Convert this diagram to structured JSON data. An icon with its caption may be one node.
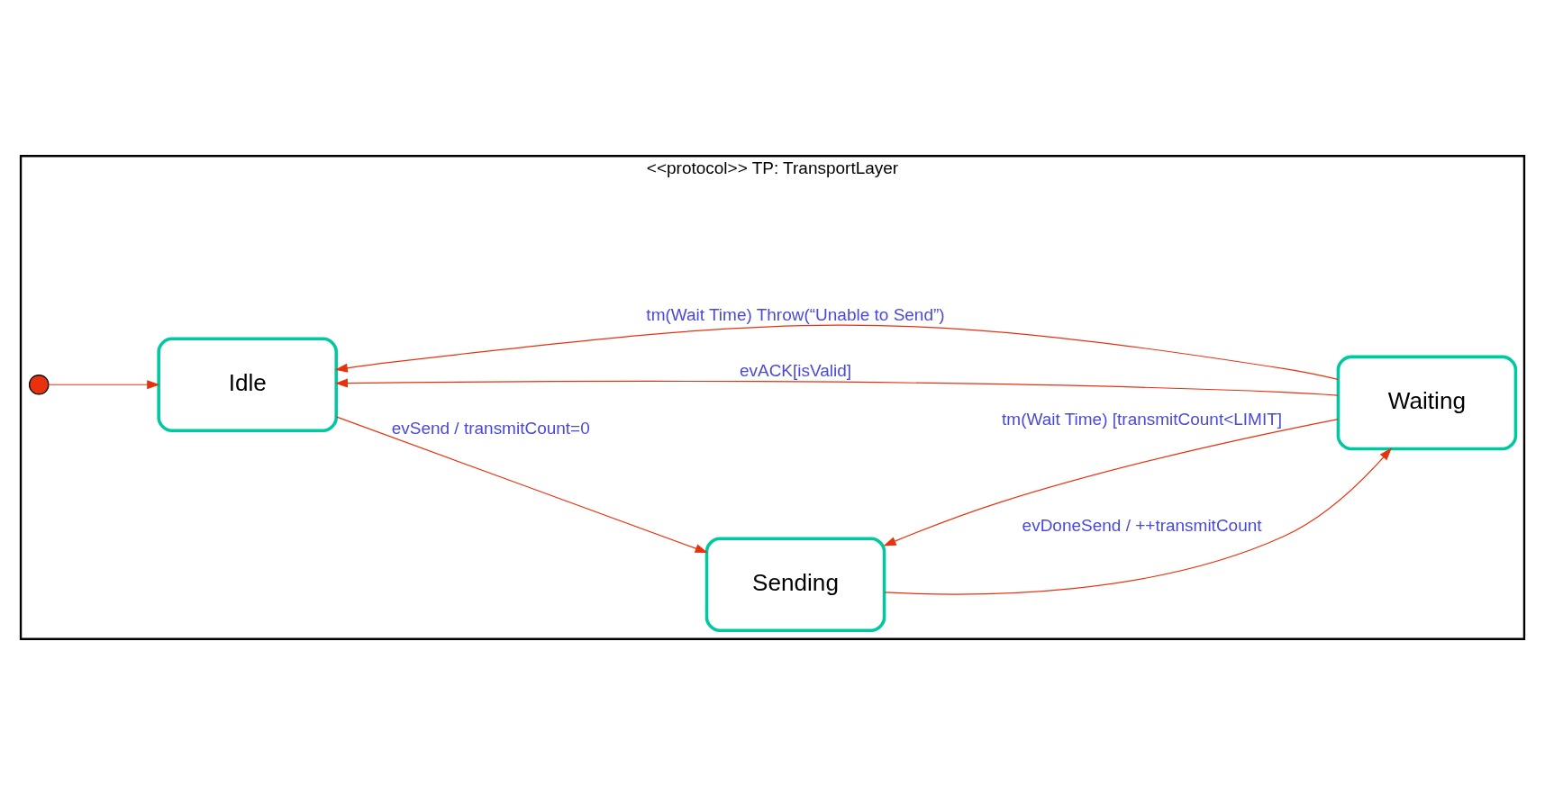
{
  "diagram": {
    "nodes": [
      {
        "text": [
          "<<protocol>> TP: TransportLayer"
        ]
      },
      {
        "text": [],
        "shape": "circle",
        "in": 0
      },
      {
        "text": [
          "Idle"
        ],
        "in": 0
      },
      {
        "text": [
          "Sending"
        ],
        "in": 0
      },
      {
        "text": [
          "Waiting"
        ],
        "in": 0
      }
    ],
    "edges": [
      {
        "from": 1,
        "to": 2,
        "arrow": "to"
      },
      {
        "from": 2,
        "to": 3,
        "arrow": "to",
        "label": "evSend / transmitCount=0"
      },
      {
        "from": 3,
        "to": 4,
        "arrow": "to",
        "label": "evDoneSend / ++transmitCount"
      },
      {
        "from": 4,
        "to": 3,
        "arrow": "to",
        "label": "tm(Wait Time) [transmitCount<LIMIT]"
      },
      {
        "from": 4,
        "to": 2,
        "arrow": "to",
        "label": "evACK[isValid]"
      },
      {
        "from": 4,
        "to": 2,
        "arrow": "to",
        "label": "tm(Wait Time) Throw(“Unable to Send”)"
      }
    ]
  }
}
